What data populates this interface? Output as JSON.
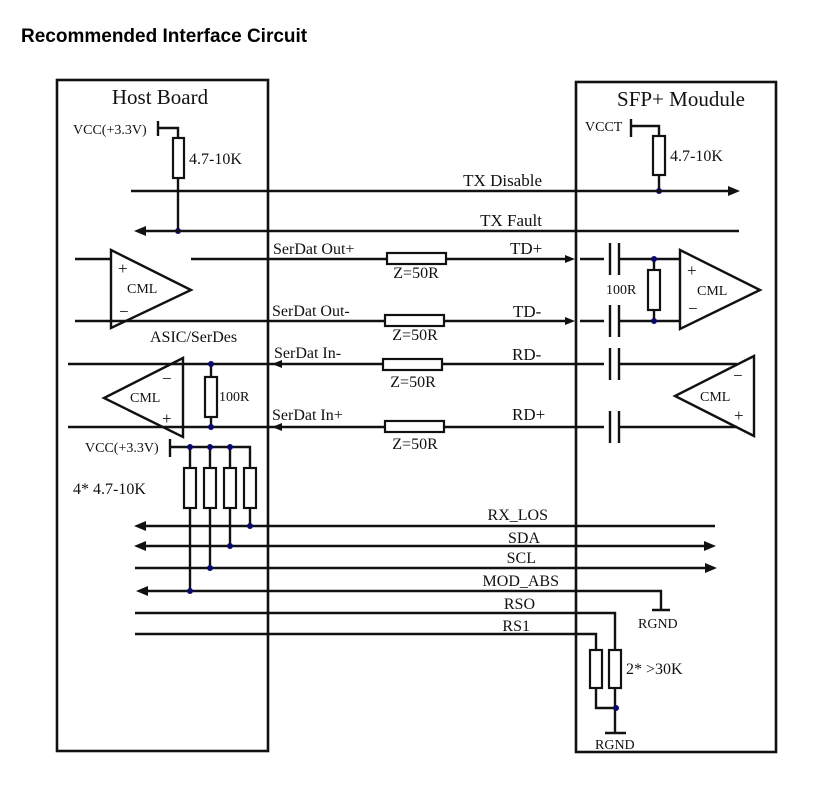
{
  "title": "Recommended Interface Circuit",
  "host_board": {
    "label": "Host Board",
    "vcc_top": "VCC(+3.3V)",
    "pullup_top": "4.7-10K",
    "asic_label": "ASIC/SerDes",
    "tx_amp": {
      "label": "CML",
      "plus": "+",
      "minus": "−"
    },
    "rx_amp": {
      "label": "CML",
      "plus": "+",
      "minus": "−"
    },
    "rx_term": "100R",
    "vcc_bottom": "VCC(+3.3V)",
    "pullups_bottom": "4* 4.7-10K"
  },
  "sfp_module": {
    "label": "SFP+ Moudule",
    "vcct": "VCCT",
    "pullup": "4.7-10K",
    "tx_term": "100R",
    "tx_amp": {
      "label": "CML",
      "plus": "+",
      "minus": "−"
    },
    "rx_amp": {
      "label": "CML",
      "plus": "+",
      "minus": "−"
    },
    "rgnd_top": "RGND",
    "rs_resistors": "2* >30K",
    "rgnd_bottom": "RGND"
  },
  "signals": {
    "tx_disable": "TX Disable",
    "tx_fault": "TX Fault",
    "serdat_out_p": "SerDat Out+",
    "serdat_out_n": "SerDat Out-",
    "serdat_in_n": "SerDat In-",
    "serdat_in_p": "SerDat In+",
    "td_p": "TD+",
    "td_n": "TD-",
    "rd_n": "RD-",
    "rd_p": "RD+",
    "impedance": "Z=50R",
    "rx_los": "RX_LOS",
    "sda": "SDA",
    "scl": "SCL",
    "mod_abs": "MOD_ABS",
    "rs0": "RSO",
    "rs1": "RS1"
  }
}
